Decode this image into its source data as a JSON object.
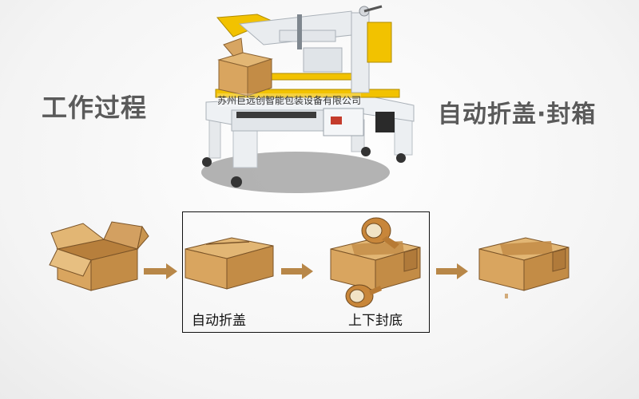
{
  "left_title": "工作过程",
  "right_title": "自动折盖·封箱",
  "watermark": "苏州巨远创智能包装设备有限公司",
  "steps": [
    {
      "label": "自动折盖"
    },
    {
      "label": "上下封底"
    }
  ],
  "colors": {
    "carton_front": "#d9a55f",
    "carton_side": "#c38c46",
    "carton_top": "#e2b674",
    "arrow": "#b88748",
    "machine_frame": "#e9ecef",
    "machine_yellow": "#f2c200",
    "tape": "#c8863a",
    "title_gray": "#5a5a5a"
  }
}
